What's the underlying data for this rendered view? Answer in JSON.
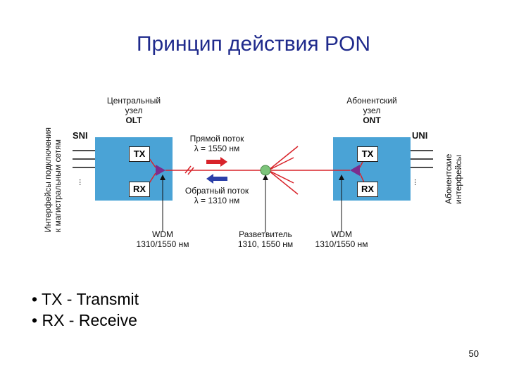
{
  "slide": {
    "title": "Принцип действия PON",
    "page_number": "50"
  },
  "diagram": {
    "olt": {
      "line1": "Центральный",
      "line2": "узел",
      "code": "OLT"
    },
    "ont": {
      "line1": "Абонентский",
      "line2": "узел",
      "code": "ONT"
    },
    "sni": "SNI",
    "uni": "UNI",
    "left_vertical": [
      "Интерфейсы подключения",
      "к магистральным сетям"
    ],
    "right_vertical": [
      "Абонентские",
      "интерфейсы"
    ],
    "tx": "TX",
    "rx": "RX",
    "downstream": {
      "line1": "Прямой поток",
      "line2": "λ = 1550 нм"
    },
    "upstream": {
      "line1": "Обратный поток",
      "line2": "λ = 1310 нм"
    },
    "wdm_left": {
      "line1": "WDM",
      "line2": "1310/1550 нм"
    },
    "splitter": {
      "line1": "Разветвитель",
      "line2": "1310, 1550 нм"
    },
    "wdm_right": {
      "line1": "WDM",
      "line2": "1310/1550 нм"
    }
  },
  "bullets": [
    "TX - Transmit",
    "RX - Receive"
  ],
  "colors": {
    "box_blue": "#4aa3d6",
    "fiber_red": "#d8232a",
    "title_blue": "#1f2a8c",
    "arrow_blue": "#2b3fa8",
    "splitter_green": "#7cc47a"
  }
}
